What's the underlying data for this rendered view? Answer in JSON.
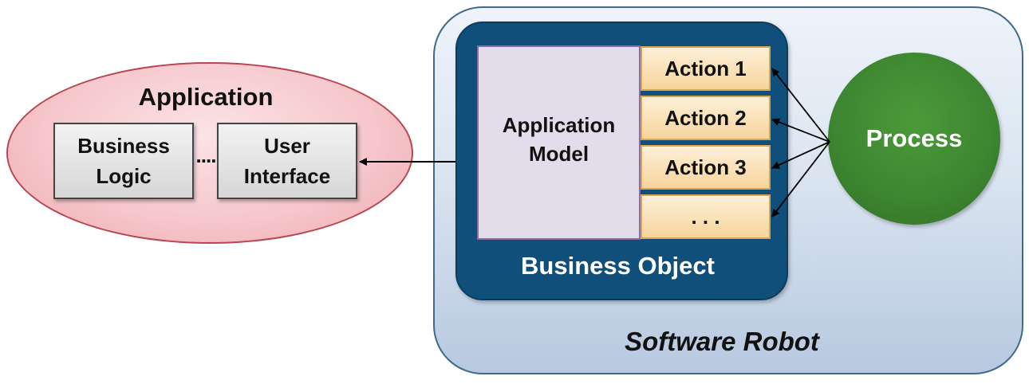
{
  "application": {
    "title": "Application",
    "business_logic": "Business\nLogic",
    "separator": "....",
    "user_interface": "User\nInterface"
  },
  "software_robot": {
    "label": "Software Robot",
    "business_object": {
      "label": "Business Object",
      "application_model": "Application\nModel",
      "actions": [
        "Action 1",
        "Action 2",
        "Action 3",
        ". . ."
      ]
    },
    "process": "Process"
  },
  "colors": {
    "application_fill": "#f6c8cc",
    "application_border": "#b8454f",
    "robot_fill": "#dbe5f1",
    "business_object_fill": "#0f4f7a",
    "application_model_fill": "#e3dcea",
    "action_fill": "#f7d49c",
    "process_fill": "#3d8530"
  }
}
